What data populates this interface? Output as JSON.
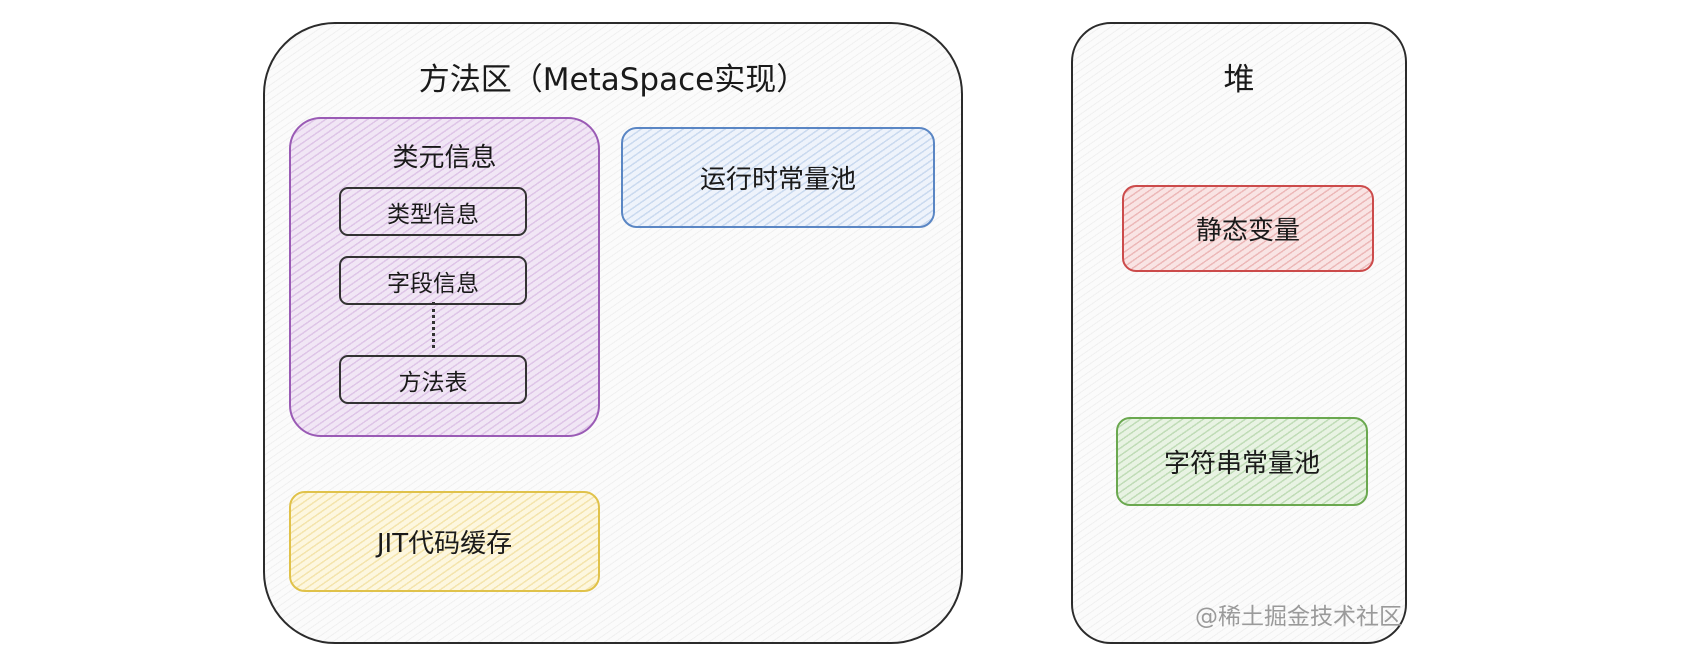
{
  "method_area": {
    "title": "方法区（MetaSpace实现）",
    "class_meta": {
      "title": "类元信息",
      "items": [
        "类型信息",
        "字段信息",
        "方法表"
      ]
    },
    "runtime_constant_pool": "运行时常量池",
    "jit_code_cache": "JIT代码缓存"
  },
  "heap": {
    "title": "堆",
    "static_variables": "静态变量",
    "string_constant_pool": "字符串常量池"
  },
  "watermark": "@稀土掘金技术社区",
  "colors": {
    "class_meta": "#9a5bb5",
    "runtime_pool": "#5a86c4",
    "jit_cache": "#e0c24a",
    "static_vars": "#cc4b4b",
    "string_pool": "#6aa84f"
  }
}
